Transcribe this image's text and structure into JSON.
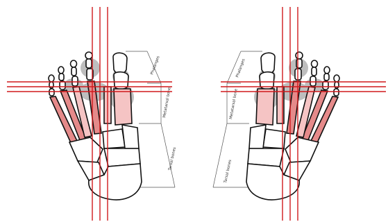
{
  "colors": {
    "guide_line": "#d0191c",
    "bone_fill": "#ffffff",
    "bone_outline": "#111111",
    "highlight_dark": "#e58a8a",
    "highlight_light": "#f5c4c4",
    "joint_shadow": "#a9a9a9",
    "bracket": "#555555"
  },
  "left_foot": {
    "labels": {
      "phalanges": "Phalanges",
      "metatarsal": "Metatarsal bone",
      "tarsal": "Tarsal bones"
    }
  },
  "right_foot": {
    "labels": {
      "phalanges": "Phalanges",
      "metatarsal": "Metatarsal bone",
      "tarsal": "Tarsal bones"
    }
  }
}
